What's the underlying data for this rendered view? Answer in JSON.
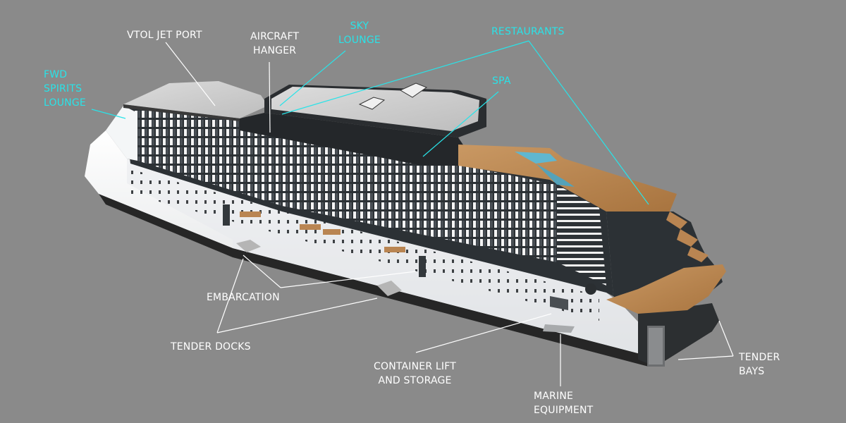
{
  "colors": {
    "background": "#8a8a8a",
    "label_white": "#ffffff",
    "label_cyan": "#29e3e8",
    "hull_white": "#f2f4f5",
    "hull_dark": "#2a2a2a",
    "deck_wood": "#b98552",
    "glass": "#2d3236"
  },
  "labels": {
    "vtol": "VTOL JET PORT",
    "aircraft": [
      "AIRCRAFT",
      "HANGER"
    ],
    "sky": [
      "SKY",
      "LOUNGE"
    ],
    "restaurants": "RESTAURANTS",
    "fwd": [
      "FWD",
      "SPIRITS",
      "LOUNGE"
    ],
    "spa": "SPA",
    "embarcation": "EMBARCATION",
    "tender_docks": "TENDER DOCKS",
    "container": [
      "CONTAINER LIFT",
      "AND STORAGE"
    ],
    "marine": [
      "MARINE",
      "EQUIPMENT"
    ],
    "tender_bays": [
      "TENDER",
      "BAYS"
    ]
  }
}
